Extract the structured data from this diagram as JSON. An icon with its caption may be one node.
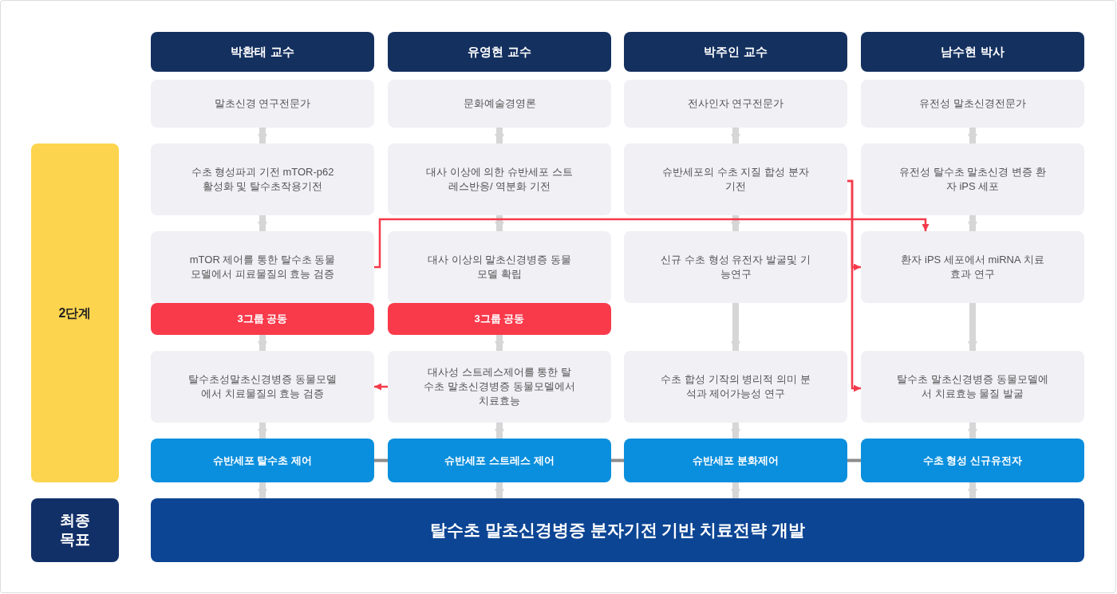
{
  "diagram": {
    "nodes": [
      {
        "text": [
          "2단계"
        ]
      },
      {
        "text": [
          "최종 목표"
        ]
      },
      {
        "text": [
          "박환태 교수"
        ]
      },
      {
        "text": [
          "유영현 교수"
        ]
      },
      {
        "text": [
          "박주인 교수"
        ]
      },
      {
        "text": [
          "남수현 박사"
        ]
      },
      {
        "text": [
          "말초신경 연구전문가"
        ]
      },
      {
        "text": [
          "문화예술경영론"
        ]
      },
      {
        "text": [
          "전사인자 연구전문가"
        ]
      },
      {
        "text": [
          "유전성 말초신경전문가"
        ]
      },
      {
        "text": [
          "수초 형성파괴 기전 mTOR-p62활성화 및 탈수초작용기전"
        ]
      },
      {
        "text": [
          "대사 이상에 의한 슈반세포 스트레스반응/ 역분화 기전"
        ]
      },
      {
        "text": [
          "슈반세포의 수초 지질 합성 분자기전"
        ]
      },
      {
        "text": [
          "유전성 탈수초 말초신경 변증 환자 iPS 세포"
        ]
      },
      {
        "text": [
          "mTOR 제어를 통한 탈수초 동물모델에서 피료물질의 효능 검증"
        ]
      },
      {
        "text": [
          "대사 이상의 말초신경병증 동물모델 확립"
        ]
      },
      {
        "text": [
          "신규 수초 형성 유전자 발굴및 기능연구"
        ]
      },
      {
        "text": [
          "환자  iPS 세포에서 miRNA 치료효과 연구"
        ]
      },
      {
        "text": [
          "3그룹 공동"
        ]
      },
      {
        "text": [
          "3그룹 공동"
        ]
      },
      {
        "text": [
          "탈수초성말초신경병증 동물모델에서 치료물질의 효능 검증"
        ]
      },
      {
        "text": [
          "대사성 스트레스제어를 통한 탈수초 말초신경병증 동물모델에서 치료효능"
        ]
      },
      {
        "text": [
          "수초 합성 기작의 병리적 의미 분석과 제어가능성 연구"
        ]
      },
      {
        "text": [
          "탈수초 말초신경병증 동물모델에서 치료효능 물질 발굴"
        ]
      },
      {
        "text": [
          "슈반세포 탈수초 제어"
        ]
      },
      {
        "text": [
          "슈반세포 스트레스 제어"
        ]
      },
      {
        "text": [
          "슈반세포 분화제어"
        ]
      },
      {
        "text": [
          "수초 형성 신규유전자"
        ]
      },
      {
        "text": [
          "탈수초 말초신경병증 분자기전 기반 치료전략 개발"
        ]
      }
    ],
    "edges": [
      {
        "from": 6,
        "to": 10,
        "arrow": "to"
      },
      {
        "from": 10,
        "to": 14,
        "arrow": "to"
      },
      {
        "from": 18,
        "to": 20,
        "arrow": "to"
      },
      {
        "from": 20,
        "to": 24,
        "arrow": "to"
      },
      {
        "from": 24,
        "to": 28,
        "arrow": "to"
      },
      {
        "from": 7,
        "to": 11,
        "arrow": "to"
      },
      {
        "from": 11,
        "to": 15,
        "arrow": "to"
      },
      {
        "from": 19,
        "to": 21,
        "arrow": "to"
      },
      {
        "from": 21,
        "to": 25,
        "arrow": "to"
      },
      {
        "from": 25,
        "to": 28,
        "arrow": "to"
      },
      {
        "from": 8,
        "to": 12,
        "arrow": "to"
      },
      {
        "from": 12,
        "to": 16,
        "arrow": "to"
      },
      {
        "from": 16,
        "to": 22,
        "arrow": "to"
      },
      {
        "from": 22,
        "to": 26,
        "arrow": "to"
      },
      {
        "from": 26,
        "to": 28,
        "arrow": "to"
      },
      {
        "from": 9,
        "to": 13,
        "arrow": "to"
      },
      {
        "from": 13,
        "to": 17,
        "arrow": "to"
      },
      {
        "from": 17,
        "to": 23,
        "arrow": "to"
      },
      {
        "from": 23,
        "to": 27,
        "arrow": "to"
      },
      {
        "from": 27,
        "to": 28,
        "arrow": "to"
      },
      {
        "from": 14,
        "to": 17,
        "arrow": "to",
        "color": "#f43b4b"
      },
      {
        "from": 12,
        "to": 17,
        "arrow": "to",
        "color": "#f43b4b"
      },
      {
        "from": 12,
        "to": 23,
        "arrow": "to",
        "color": "#f43b4b"
      },
      {
        "from": 21,
        "to": 20,
        "arrow": "to",
        "color": "#f43b4b"
      },
      {
        "from": 24,
        "to": 25,
        "arrow": "none",
        "color": "#8c8c8c"
      },
      {
        "from": 25,
        "to": 26,
        "arrow": "none",
        "color": "#8c8c8c"
      },
      {
        "from": 26,
        "to": 27,
        "arrow": "none",
        "color": "#8c8c8c"
      }
    ]
  }
}
